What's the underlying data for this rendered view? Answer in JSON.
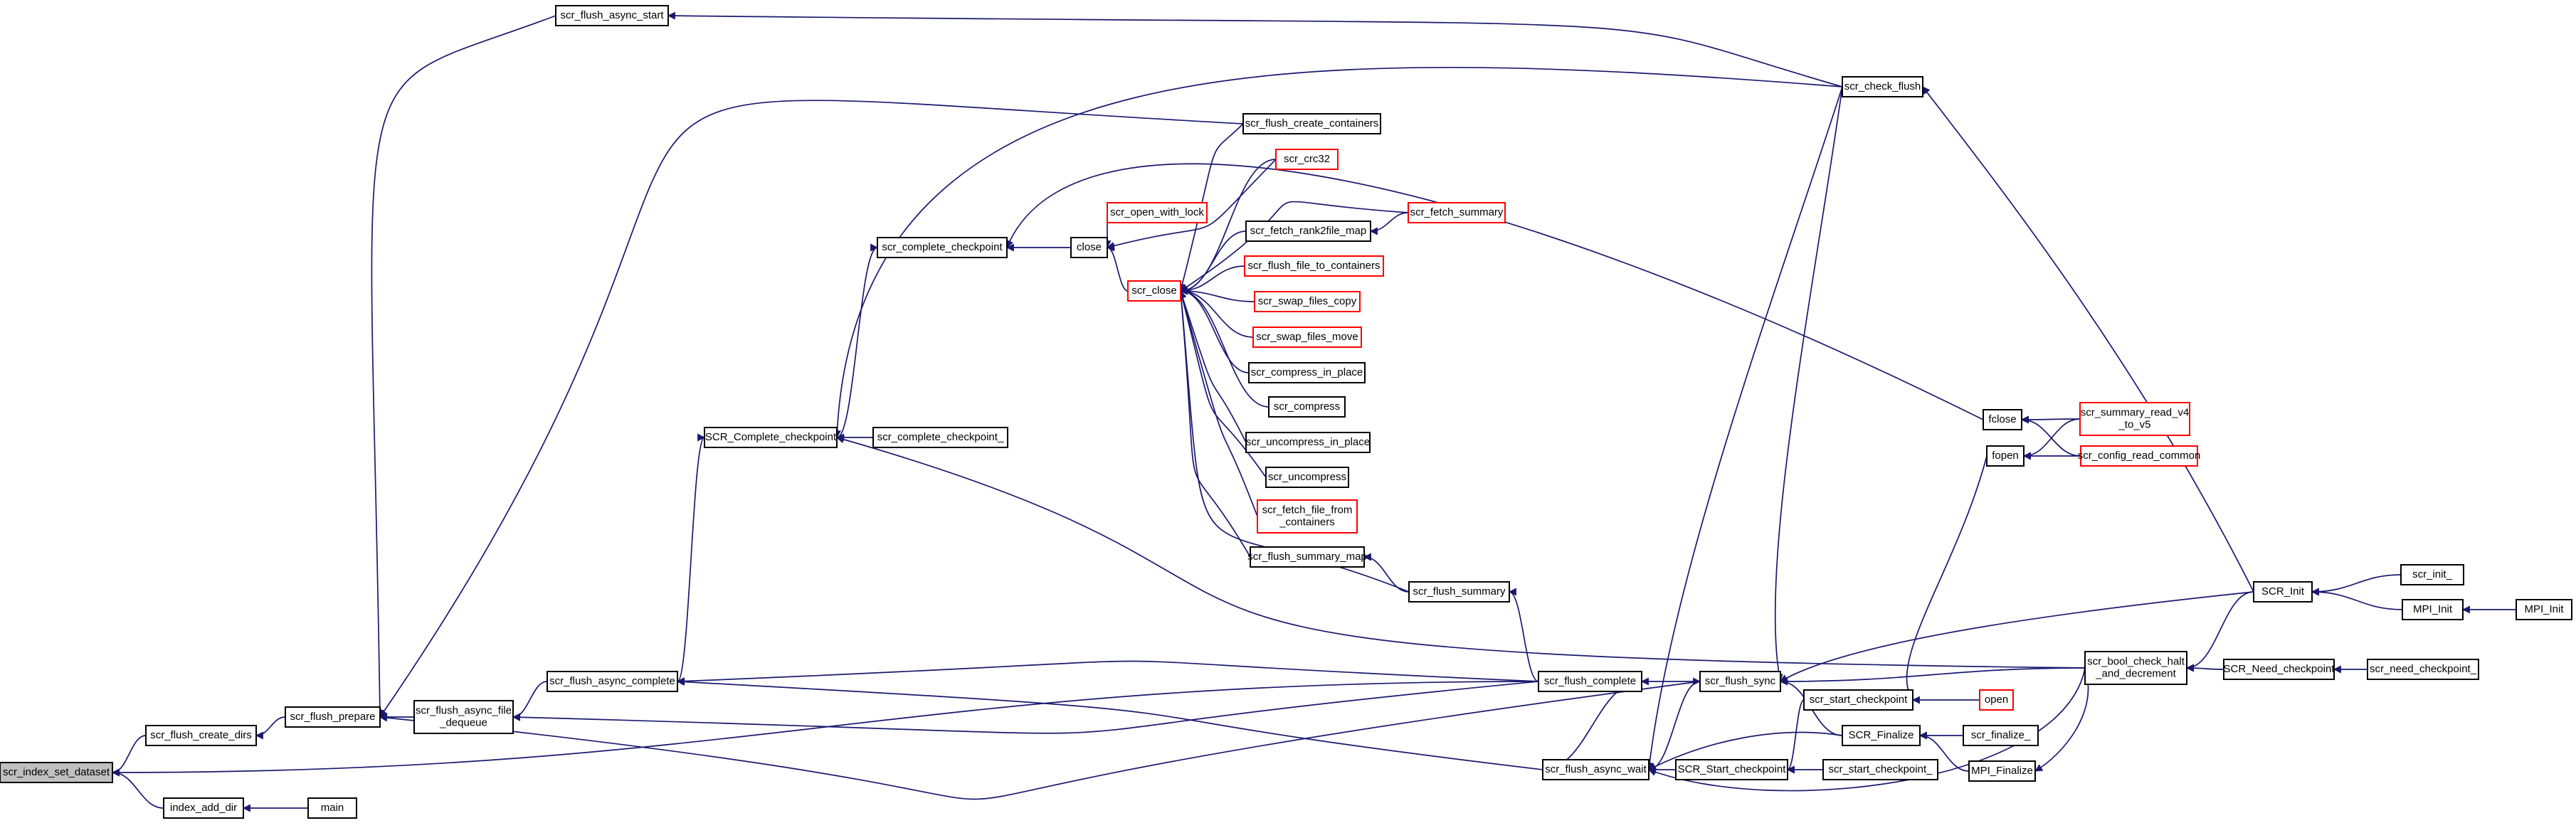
{
  "colors": {
    "edge": "#191970",
    "node_border_black": "#000000",
    "node_border_red": "#ff0000",
    "highlight_fill": "#bfbfbf",
    "node_fill": "#ffffff",
    "text": "#000000"
  },
  "nodes": [
    {
      "id": "scr_index_set_dataset",
      "label": [
        "scr_index_set_dataset"
      ],
      "border": "black",
      "highlight": true
    },
    {
      "id": "scr_flush_create_dirs",
      "label": [
        "scr_flush_create_dirs"
      ],
      "border": "black"
    },
    {
      "id": "index_add_dir",
      "label": [
        "index_add_dir"
      ],
      "border": "black"
    },
    {
      "id": "main",
      "label": [
        "main"
      ],
      "border": "black"
    },
    {
      "id": "scr_flush_prepare",
      "label": [
        "scr_flush_prepare"
      ],
      "border": "black"
    },
    {
      "id": "scr_flush_async_start",
      "label": [
        "scr_flush_async_start"
      ],
      "border": "black"
    },
    {
      "id": "scr_flush_async_file_dequeue",
      "label": [
        "scr_flush_async_file",
        "_dequeue"
      ],
      "border": "black"
    },
    {
      "id": "scr_flush_async_complete",
      "label": [
        "scr_flush_async_complete"
      ],
      "border": "black"
    },
    {
      "id": "SCR_Complete_checkpoint",
      "label": [
        "SCR_Complete_checkpoint"
      ],
      "border": "black"
    },
    {
      "id": "scr_complete_checkpoint",
      "label": [
        "scr_complete_checkpoint"
      ],
      "border": "black"
    },
    {
      "id": "scr_complete_checkpoint_",
      "label": [
        "scr_complete_checkpoint_"
      ],
      "border": "black"
    },
    {
      "id": "close",
      "label": [
        "close"
      ],
      "border": "black"
    },
    {
      "id": "scr_open_with_lock",
      "label": [
        "scr_open_with_lock"
      ],
      "border": "red"
    },
    {
      "id": "scr_close",
      "label": [
        "scr_close"
      ],
      "border": "red"
    },
    {
      "id": "scr_flush_create_containers",
      "label": [
        "scr_flush_create_containers"
      ],
      "border": "black"
    },
    {
      "id": "scr_crc32",
      "label": [
        "scr_crc32"
      ],
      "border": "red"
    },
    {
      "id": "scr_fetch_rank2file_map",
      "label": [
        "scr_fetch_rank2file_map"
      ],
      "border": "black"
    },
    {
      "id": "scr_fetch_summary",
      "label": [
        "scr_fetch_summary"
      ],
      "border": "red"
    },
    {
      "id": "scr_flush_file_to_containers",
      "label": [
        "scr_flush_file_to_containers"
      ],
      "border": "red"
    },
    {
      "id": "scr_swap_files_copy",
      "label": [
        "scr_swap_files_copy"
      ],
      "border": "red"
    },
    {
      "id": "scr_swap_files_move",
      "label": [
        "scr_swap_files_move"
      ],
      "border": "red"
    },
    {
      "id": "scr_compress_in_place",
      "label": [
        "scr_compress_in_place"
      ],
      "border": "black"
    },
    {
      "id": "scr_compress",
      "label": [
        "scr_compress"
      ],
      "border": "black"
    },
    {
      "id": "scr_uncompress_in_place",
      "label": [
        "scr_uncompress_in_place"
      ],
      "border": "black"
    },
    {
      "id": "scr_uncompress",
      "label": [
        "scr_uncompress"
      ],
      "border": "black"
    },
    {
      "id": "scr_fetch_file_from_containers",
      "label": [
        "scr_fetch_file_from",
        "_containers"
      ],
      "border": "red"
    },
    {
      "id": "scr_flush_summary_map",
      "label": [
        "scr_flush_summary_map"
      ],
      "border": "black"
    },
    {
      "id": "scr_flush_summary",
      "label": [
        "scr_flush_summary"
      ],
      "border": "black"
    },
    {
      "id": "scr_flush_complete",
      "label": [
        "scr_flush_complete"
      ],
      "border": "black"
    },
    {
      "id": "scr_flush_async_wait",
      "label": [
        "scr_flush_async_wait"
      ],
      "border": "black"
    },
    {
      "id": "scr_flush_sync",
      "label": [
        "scr_flush_sync"
      ],
      "border": "black"
    },
    {
      "id": "SCR_Start_checkpoint",
      "label": [
        "SCR_Start_checkpoint"
      ],
      "border": "black"
    },
    {
      "id": "scr_start_checkpoint_",
      "label": [
        "scr_start_checkpoint_"
      ],
      "border": "black"
    },
    {
      "id": "scr_start_checkpoint",
      "label": [
        "scr_start_checkpoint"
      ],
      "border": "black"
    },
    {
      "id": "open",
      "label": [
        "open"
      ],
      "border": "red"
    },
    {
      "id": "SCR_Finalize",
      "label": [
        "SCR_Finalize"
      ],
      "border": "black"
    },
    {
      "id": "scr_finalize_",
      "label": [
        "scr_finalize_"
      ],
      "border": "black"
    },
    {
      "id": "MPI_Finalize",
      "label": [
        "MPI_Finalize"
      ],
      "border": "black"
    },
    {
      "id": "scr_check_flush",
      "label": [
        "scr_check_flush"
      ],
      "border": "black"
    },
    {
      "id": "fclose",
      "label": [
        "fclose"
      ],
      "border": "black"
    },
    {
      "id": "fopen",
      "label": [
        "fopen"
      ],
      "border": "black"
    },
    {
      "id": "scr_summary_read_v4_to_v5",
      "label": [
        "scr_summary_read_v4",
        "_to_v5"
      ],
      "border": "red"
    },
    {
      "id": "scr_config_read_common",
      "label": [
        "scr_config_read_common"
      ],
      "border": "red"
    },
    {
      "id": "scr_bool_check_halt_and_decrement",
      "label": [
        "scr_bool_check_halt",
        "_and_decrement"
      ],
      "border": "black"
    },
    {
      "id": "SCR_Need_checkpoint",
      "label": [
        "SCR_Need_checkpoint"
      ],
      "border": "black"
    },
    {
      "id": "scr_need_checkpoint_",
      "label": [
        "scr_need_checkpoint_"
      ],
      "border": "black"
    },
    {
      "id": "SCR_Init",
      "label": [
        "SCR_Init"
      ],
      "border": "black"
    },
    {
      "id": "scr_init_",
      "label": [
        "scr_init_"
      ],
      "border": "black"
    },
    {
      "id": "MPI_Init",
      "label": [
        "MPI_Init"
      ],
      "border": "black"
    },
    {
      "id": "MPI_Init_2",
      "label": [
        "MPI_Init"
      ],
      "border": "black"
    }
  ],
  "edges": [
    {
      "from": "scr_flush_create_dirs",
      "to": "scr_index_set_dataset"
    },
    {
      "from": "index_add_dir",
      "to": "scr_index_set_dataset"
    },
    {
      "from": "scr_flush_complete",
      "to": "scr_index_set_dataset"
    },
    {
      "from": "main",
      "to": "index_add_dir"
    },
    {
      "from": "scr_flush_prepare",
      "to": "scr_flush_create_dirs"
    },
    {
      "from": "scr_flush_async_start",
      "to": "scr_flush_prepare"
    },
    {
      "from": "scr_flush_async_file_dequeue",
      "to": "scr_flush_prepare"
    },
    {
      "from": "scr_flush_sync",
      "to": "scr_flush_prepare"
    },
    {
      "from": "scr_flush_create_containers",
      "to": "scr_flush_prepare"
    },
    {
      "from": "scr_check_flush",
      "to": "scr_flush_async_start"
    },
    {
      "from": "scr_flush_async_complete",
      "to": "scr_flush_async_file_dequeue"
    },
    {
      "from": "scr_flush_complete",
      "to": "scr_flush_async_file_dequeue"
    },
    {
      "from": "scr_flush_complete",
      "to": "scr_flush_async_complete"
    },
    {
      "from": "scr_flush_async_wait",
      "to": "scr_flush_async_complete"
    },
    {
      "from": "scr_flush_async_complete",
      "to": "SCR_Complete_checkpoint"
    },
    {
      "from": "SCR_Complete_checkpoint",
      "to": "scr_complete_checkpoint"
    },
    {
      "from": "scr_complete_checkpoint_",
      "to": "SCR_Complete_checkpoint"
    },
    {
      "from": "scr_check_flush",
      "to": "SCR_Complete_checkpoint"
    },
    {
      "from": "scr_bool_check_halt_and_decrement",
      "to": "SCR_Complete_checkpoint"
    },
    {
      "from": "fclose",
      "to": "scr_complete_checkpoint"
    },
    {
      "from": "close",
      "to": "scr_complete_checkpoint"
    },
    {
      "from": "scr_open_with_lock",
      "to": "close"
    },
    {
      "from": "scr_close",
      "to": "close"
    },
    {
      "from": "scr_crc32",
      "to": "close"
    },
    {
      "from": "scr_flush_create_containers",
      "to": "scr_close"
    },
    {
      "from": "scr_crc32",
      "to": "scr_close"
    },
    {
      "from": "scr_fetch_rank2file_map",
      "to": "scr_close"
    },
    {
      "from": "scr_fetch_summary",
      "to": "scr_close"
    },
    {
      "from": "scr_flush_file_to_containers",
      "to": "scr_close"
    },
    {
      "from": "scr_swap_files_copy",
      "to": "scr_close"
    },
    {
      "from": "scr_swap_files_move",
      "to": "scr_close"
    },
    {
      "from": "scr_compress_in_place",
      "to": "scr_close"
    },
    {
      "from": "scr_compress",
      "to": "scr_close"
    },
    {
      "from": "scr_uncompress_in_place",
      "to": "scr_close"
    },
    {
      "from": "scr_uncompress",
      "to": "scr_close"
    },
    {
      "from": "scr_fetch_file_from_containers",
      "to": "scr_close"
    },
    {
      "from": "scr_flush_summary_map",
      "to": "scr_close"
    },
    {
      "from": "scr_flush_summary",
      "to": "scr_close"
    },
    {
      "from": "scr_fetch_summary",
      "to": "scr_fetch_rank2file_map"
    },
    {
      "from": "scr_flush_summary",
      "to": "scr_flush_summary_map"
    },
    {
      "from": "scr_flush_complete",
      "to": "scr_flush_summary"
    },
    {
      "from": "scr_flush_sync",
      "to": "scr_flush_complete"
    },
    {
      "from": "scr_flush_async_wait",
      "to": "scr_flush_complete"
    },
    {
      "from": "scr_flush_async_wait",
      "to": "scr_flush_sync"
    },
    {
      "from": "scr_check_flush",
      "to": "scr_flush_async_wait"
    },
    {
      "from": "SCR_Start_checkpoint",
      "to": "scr_flush_async_wait"
    },
    {
      "from": "SCR_Finalize",
      "to": "scr_flush_async_wait"
    },
    {
      "from": "scr_bool_check_halt_and_decrement",
      "to": "scr_flush_async_wait"
    },
    {
      "from": "scr_check_flush",
      "to": "scr_flush_sync"
    },
    {
      "from": "SCR_Finalize",
      "to": "scr_flush_sync"
    },
    {
      "from": "scr_bool_check_halt_and_decrement",
      "to": "scr_flush_sync"
    },
    {
      "from": "SCR_Init",
      "to": "scr_flush_sync"
    },
    {
      "from": "scr_start_checkpoint_",
      "to": "SCR_Start_checkpoint"
    },
    {
      "from": "scr_start_checkpoint",
      "to": "SCR_Start_checkpoint"
    },
    {
      "from": "open",
      "to": "scr_start_checkpoint"
    },
    {
      "from": "fopen",
      "to": "scr_start_checkpoint"
    },
    {
      "from": "scr_finalize_",
      "to": "SCR_Finalize"
    },
    {
      "from": "MPI_Finalize",
      "to": "SCR_Finalize"
    },
    {
      "from": "scr_bool_check_halt_and_decrement",
      "to": "MPI_Finalize"
    },
    {
      "from": "SCR_Init",
      "to": "scr_check_flush"
    },
    {
      "from": "scr_summary_read_v4_to_v5",
      "to": "fclose"
    },
    {
      "from": "scr_config_read_common",
      "to": "fclose"
    },
    {
      "from": "scr_summary_read_v4_to_v5",
      "to": "fopen"
    },
    {
      "from": "scr_config_read_common",
      "to": "fopen"
    },
    {
      "from": "SCR_Need_checkpoint",
      "to": "scr_bool_check_halt_and_decrement"
    },
    {
      "from": "SCR_Init",
      "to": "scr_bool_check_halt_and_decrement"
    },
    {
      "from": "scr_need_checkpoint_",
      "to": "SCR_Need_checkpoint"
    },
    {
      "from": "scr_init_",
      "to": "SCR_Init"
    },
    {
      "from": "MPI_Init",
      "to": "SCR_Init"
    },
    {
      "from": "MPI_Init_2",
      "to": "MPI_Init"
    }
  ]
}
